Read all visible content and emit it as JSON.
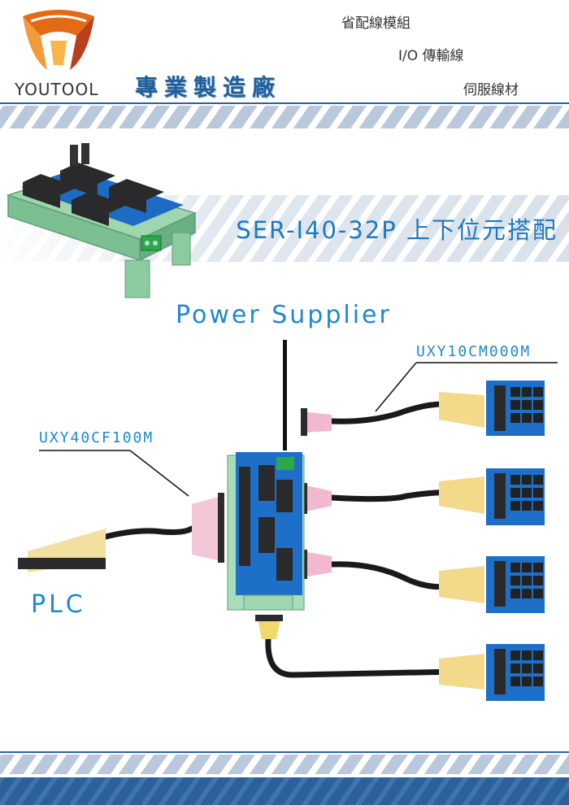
{
  "header": {
    "logo_text": "YOUTOOL",
    "slogan": "專業製造廠",
    "tags": [
      "省配線模組",
      "I/O 傳輸線",
      "伺服線材"
    ]
  },
  "product": {
    "title": "SER-I40-32P 上下位元搭配"
  },
  "diagram": {
    "power_label": "Power Supplier",
    "plc_label": "PLC",
    "cable_label_left": "UXY40CF100M",
    "cable_label_right": "UXY10CM000M"
  },
  "colors": {
    "brand_blue": "#1e79bd",
    "label_blue": "#1e88d0",
    "stripe": "#b9c8da",
    "footer_blue": "#2d5f9a"
  }
}
